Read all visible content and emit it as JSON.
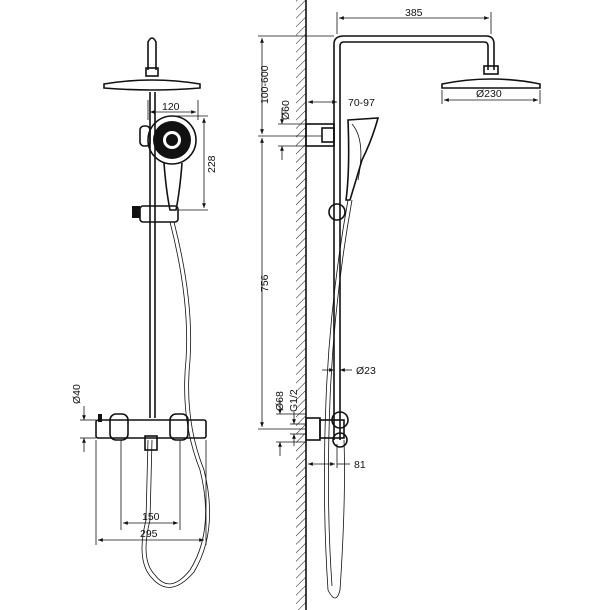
{
  "dimensions": {
    "front": {
      "head_arm": "120",
      "hand_shower_height": "228",
      "valve_diameter": "Ø40",
      "inlet_spacing": "150",
      "valve_width": "295"
    },
    "side": {
      "arm_reach": "385",
      "head_diameter": "Ø230",
      "adjust_range": "100-600",
      "bracket_diameter": "Ø60",
      "bracket_offset": "70-97",
      "rail_height": "756",
      "rail_diameter": "Ø23",
      "escutcheon_diameter": "Ø68",
      "thread": "G1/2",
      "valve_offset": "81"
    }
  },
  "colors": {
    "line": "#111111",
    "background": "#ffffff"
  }
}
